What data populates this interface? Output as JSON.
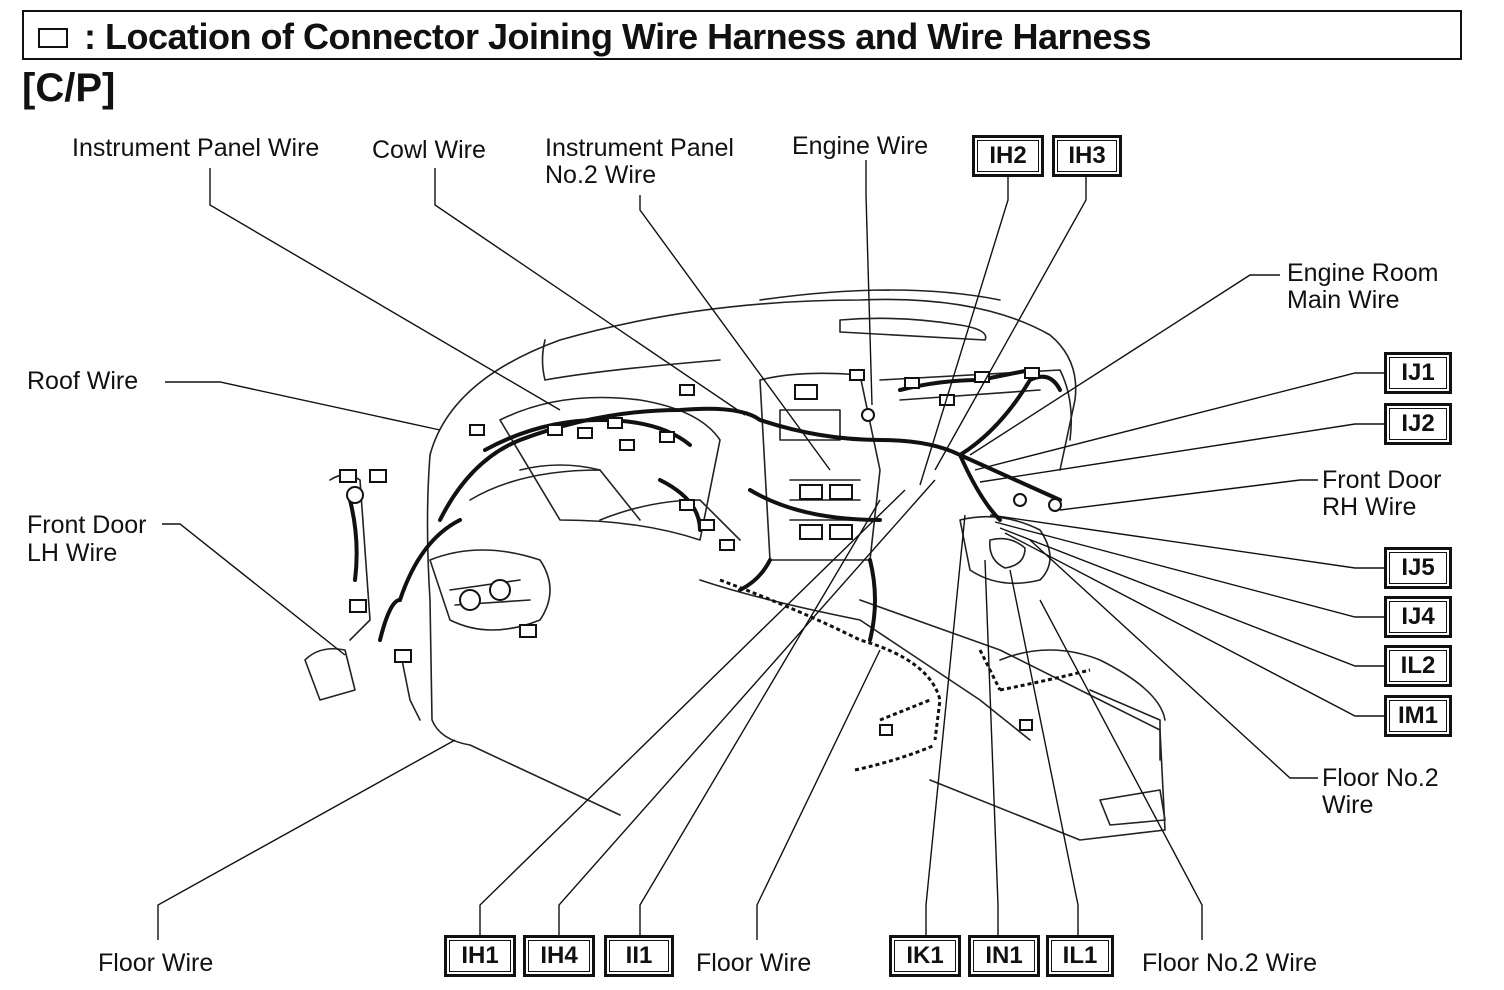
{
  "title": ": Location of Connector Joining Wire Harness and Wire Harness",
  "section": "[C/P]",
  "labels": {
    "instrument_panel_wire": "Instrument Panel Wire",
    "cowl_wire": "Cowl Wire",
    "instrument_panel_no2_wire_line1": "Instrument Panel",
    "instrument_panel_no2_wire_line2": "No.2 Wire",
    "engine_wire": "Engine Wire",
    "engine_room_main_wire_line1": "Engine Room",
    "engine_room_main_wire_line2": "Main Wire",
    "roof_wire": "Roof Wire",
    "front_door_lh_line1": "Front Door",
    "front_door_lh_line2": "LH Wire",
    "front_door_rh_line1": "Front Door",
    "front_door_rh_line2": "RH Wire",
    "floor_no2_wire_line1": "Floor No.2",
    "floor_no2_wire_line2": "Wire",
    "floor_wire_left": "Floor Wire",
    "floor_wire_center": "Floor Wire",
    "floor_no2_wire_bottom": "Floor No.2 Wire"
  },
  "connectors": {
    "ih2": "IH2",
    "ih3": "IH3",
    "ij1": "IJ1",
    "ij2": "IJ2",
    "ij5": "IJ5",
    "ij4": "IJ4",
    "il2": "IL2",
    "im1": "IM1",
    "ih1": "IH1",
    "ih4": "IH4",
    "ii1": "II1",
    "ik1": "IK1",
    "in1": "IN1",
    "il1": "IL1"
  }
}
